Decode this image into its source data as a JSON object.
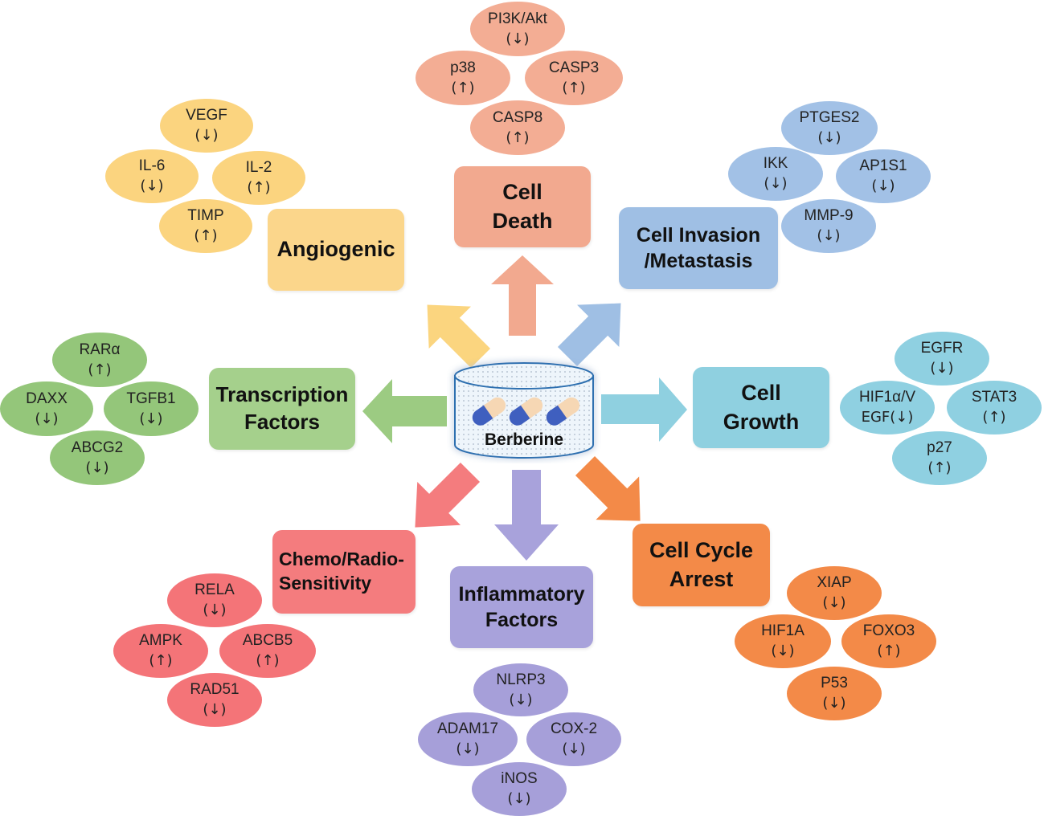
{
  "colors": {
    "cell_death": "#f2a98f",
    "angiogenic": "#fbd68b",
    "invasion": "#9fbfe4",
    "growth": "#8fd0e0",
    "transcription": "#a5d08c",
    "chemo": "#f47c7e",
    "inflammatory": "#a8a2db",
    "arrest": "#f38a48"
  },
  "center": {
    "label": "Berberine",
    "icon": "pill-capsule-icon"
  },
  "categories": {
    "cell_death": {
      "title": "Cell\nDeath",
      "factors": [
        {
          "name": "PI3K/Akt",
          "reg": "(↓)"
        },
        {
          "name": "p38",
          "reg": "(↑)"
        },
        {
          "name": "CASP3",
          "reg": "(↑)"
        },
        {
          "name": "CASP8",
          "reg": "(↑)"
        }
      ]
    },
    "angiogenic": {
      "title": "Angiogenic",
      "factors": [
        {
          "name": "VEGF",
          "reg": "(↓)"
        },
        {
          "name": "IL-6",
          "reg": "(↓)"
        },
        {
          "name": "IL-2",
          "reg": "(↑)"
        },
        {
          "name": "TIMP",
          "reg": "(↑)"
        }
      ]
    },
    "invasion": {
      "title": "Cell Invasion\n/Metastasis",
      "factors": [
        {
          "name": "PTGES2",
          "reg": "(↓)"
        },
        {
          "name": "IKK",
          "reg": "(↓)"
        },
        {
          "name": "AP1S1",
          "reg": "(↓)"
        },
        {
          "name": "MMP-9",
          "reg": "(↓)"
        }
      ]
    },
    "growth": {
      "title": "Cell\nGrowth",
      "factors": [
        {
          "name": "EGFR",
          "reg": "(↓)"
        },
        {
          "name": "HIF1α/V",
          "reg": "EGF(↓)"
        },
        {
          "name": "STAT3",
          "reg": "(↑)"
        },
        {
          "name": "p27",
          "reg": "(↑)"
        }
      ]
    },
    "transcription": {
      "title": "Transcription\nFactors",
      "factors": [
        {
          "name": "RARα",
          "reg": "(↑)"
        },
        {
          "name": "DAXX",
          "reg": "(↓)"
        },
        {
          "name": "TGFB1",
          "reg": "(↓)"
        },
        {
          "name": "ABCG2",
          "reg": "(↓)"
        }
      ]
    },
    "chemo": {
      "title": "Chemo/Radio-\nSensitivity",
      "factors": [
        {
          "name": "RELA",
          "reg": "(↓)"
        },
        {
          "name": "AMPK",
          "reg": "(↑)"
        },
        {
          "name": "ABCB5",
          "reg": "(↑)"
        },
        {
          "name": "RAD51",
          "reg": "(↓)"
        }
      ]
    },
    "inflammatory": {
      "title": "Inflammatory\nFactors",
      "factors": [
        {
          "name": "NLRP3",
          "reg": "(↓)"
        },
        {
          "name": "ADAM17",
          "reg": "(↓)"
        },
        {
          "name": "COX-2",
          "reg": "(↓)"
        },
        {
          "name": "iNOS",
          "reg": "(↓)"
        }
      ]
    },
    "arrest": {
      "title": "Cell Cycle\nArrest",
      "factors": [
        {
          "name": "XIAP",
          "reg": "(↓)"
        },
        {
          "name": "HIF1A",
          "reg": "(↓)"
        },
        {
          "name": "FOXO3",
          "reg": "(↑)"
        },
        {
          "name": "P53",
          "reg": "(↓)"
        }
      ]
    }
  }
}
